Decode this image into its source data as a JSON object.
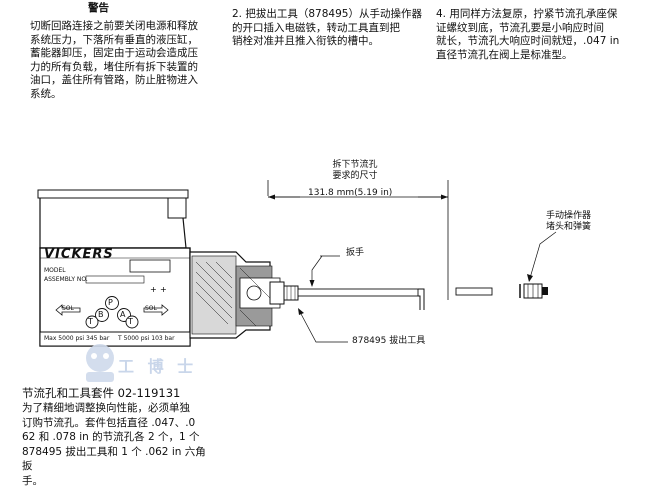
{
  "warning": {
    "title": "警告",
    "body": "切断回路连接之前要关闭电源和释放\n系统压力，下落所有垂直的液压缸，\n蓄能器卸压，固定由于运动会造成压\n力的所有负载，堵住所有拆下装置的\n油口，盖住所有管路，防止脏物进入\n系统。"
  },
  "step2": "2. 把拔出工具（878495）从手动操作器\n的开口插入电磁铁，转动工具直到把\n销栓对准并且推入衔铁的槽中。",
  "step4": "4. 用同样方法复原，拧紧节流孔承座保\n证螺纹到底，节流孔要是小响应时间\n就长，节流孔大响应时间就短，.047 in\n直径节流孔在阀上是标准型。",
  "diagram": {
    "measure_label": "拆下节流孔\n要求的尺寸",
    "measure_value": "131.8 mm(5.19 in)",
    "wrench_label": "扳手",
    "tool_label": "878495 拔出工具",
    "manual_label": "手动操作器\n堵头和弹簧",
    "valve": {
      "brand": "VICKERS",
      "model_label": "MODEL",
      "assembly_label": "ASSEMBLY NO.",
      "sol_left": "SOL",
      "sol_right": "SOL",
      "port_t": "T",
      "port_b": "B",
      "port_p": "P",
      "port_a": "A",
      "port_t2": "T",
      "rating_left": "Max 5000 psi 345 bar",
      "rating_right": "T 5000 psi 103 bar"
    }
  },
  "kit": {
    "title": "节流孔和工具套件 02-119131",
    "body": "为了精细地调整换向性能，必须单独\n订购节流孔。套件包括直径 .047、.0\n62 和 .078 in 的节流孔各 2 个，1 个\n878495 拔出工具和 1 个 .062 in 六角扳\n手。"
  },
  "watermark": "工 博 士"
}
